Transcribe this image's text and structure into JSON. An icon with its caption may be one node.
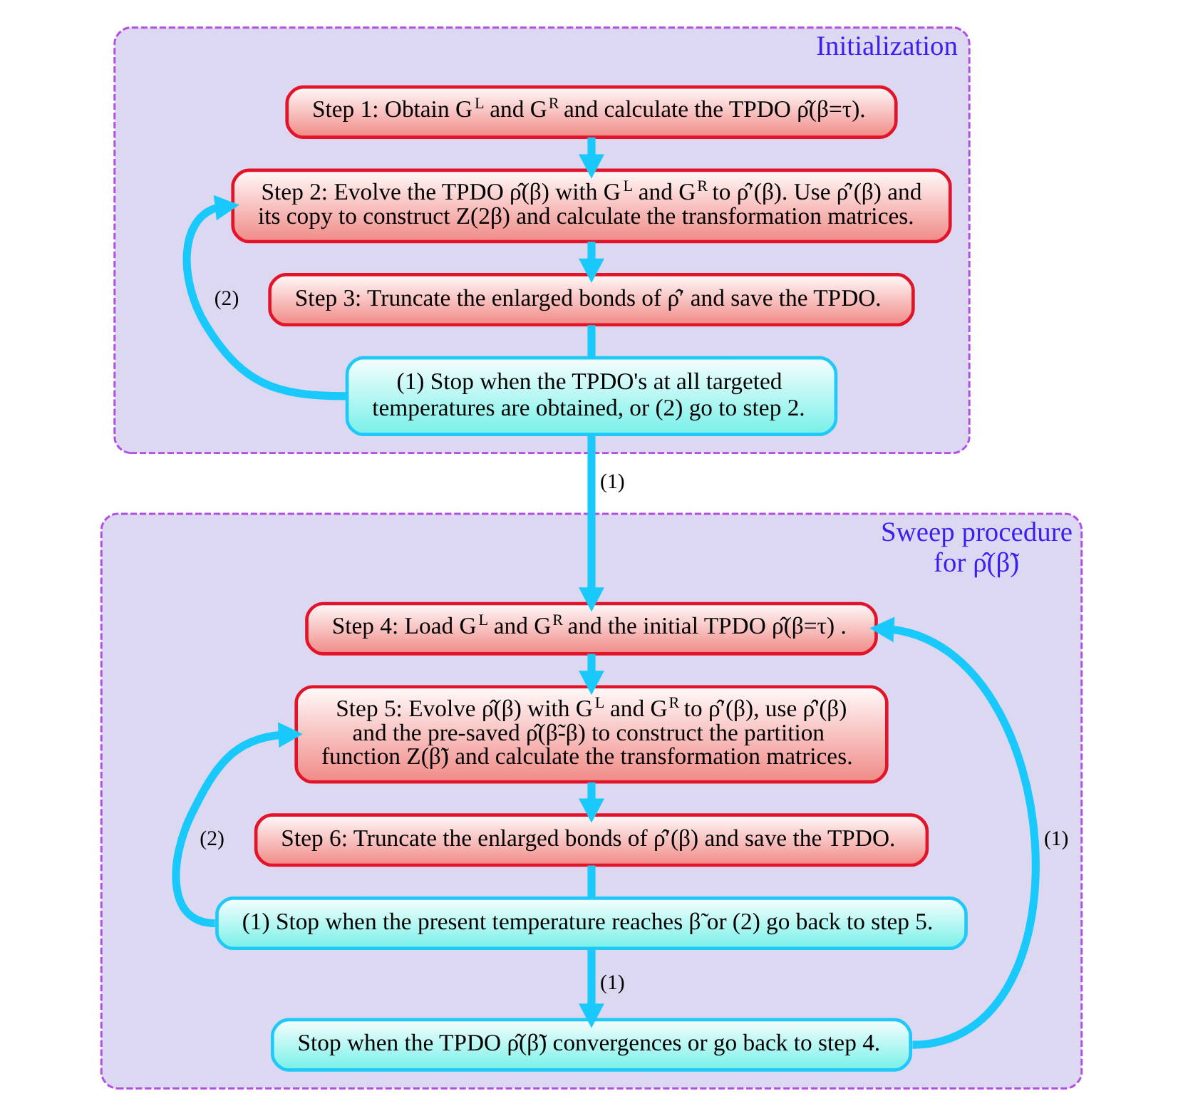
{
  "diagram": {
    "nodes": [
      {
        "text": [
          "Initialization"
        ]
      },
      {
        "text": [
          "Step 1: Obtain G$^{L}$ and G$^{R}$ and calculate the TPDO ρ̂(β=τ)."
        ],
        "in": 0
      },
      {
        "text": [
          "Step 2: Evolve the TPDO ρ̂(β) with G$^{L}$ and G$^{R}$ to ρ̂′(β). Use ρ̂′(β) and its copy to construct Z(2β) and calculate the transformation matrices."
        ],
        "in": 0
      },
      {
        "text": [
          "Step 3: Truncate the enlarged bonds of ρ̂′ and save the TPDO."
        ],
        "in": 0
      },
      {
        "text": [
          "(1) Stop when the TPDO's at all targeted temperatures are obtained, or (2) go to step 2."
        ],
        "in": 0
      },
      {
        "text": [
          "Sweep procedure for ρ̂(β̃)"
        ]
      },
      {
        "text": [
          "Step 4: Load G$^{L}$ and G$^{R}$ and the initial TPDO ρ̂(β=τ) ."
        ],
        "in": 5
      },
      {
        "text": [
          "Step 5: Evolve ρ̂(β) with G$^{L}$ and G$^{R}$ to ρ̂′(β), use ρ̂'(β) and the pre-saved ρ̂(β̃-β) to construct the partition function Z(β̃) and calculate the transformation matrices."
        ],
        "in": 5
      },
      {
        "text": [
          "Step 6: Truncate the enlarged bonds of ρ̂′(β) and save the TPDO."
        ],
        "in": 5
      },
      {
        "text": [
          "(1) Stop when the present temperature reaches β̃ or (2) go back to step 5."
        ],
        "in": 5
      },
      {
        "text": [
          "Stop when the TPDO ρ̂(β̃) convergences or go back to step 4."
        ],
        "in": 5
      }
    ],
    "edges": [
      {
        "from": 1,
        "to": 2,
        "arrow": "to"
      },
      {
        "from": 2,
        "to": 3,
        "arrow": "to"
      },
      {
        "from": 3,
        "to": 4,
        "arrow": "none"
      },
      {
        "from": 4,
        "to": 2,
        "arrow": "to",
        "label": "(2)"
      },
      {
        "from": 4,
        "to": 6,
        "arrow": "to",
        "label": "(1)"
      },
      {
        "from": 6,
        "to": 7,
        "arrow": "to"
      },
      {
        "from": 7,
        "to": 8,
        "arrow": "to"
      },
      {
        "from": 8,
        "to": 9,
        "arrow": "none"
      },
      {
        "from": 9,
        "to": 7,
        "arrow": "to",
        "label": "(2)"
      },
      {
        "from": 9,
        "to": 10,
        "arrow": "to",
        "label": "(1)"
      },
      {
        "from": 10,
        "to": 6,
        "arrow": "to",
        "label": "(1)"
      }
    ]
  }
}
